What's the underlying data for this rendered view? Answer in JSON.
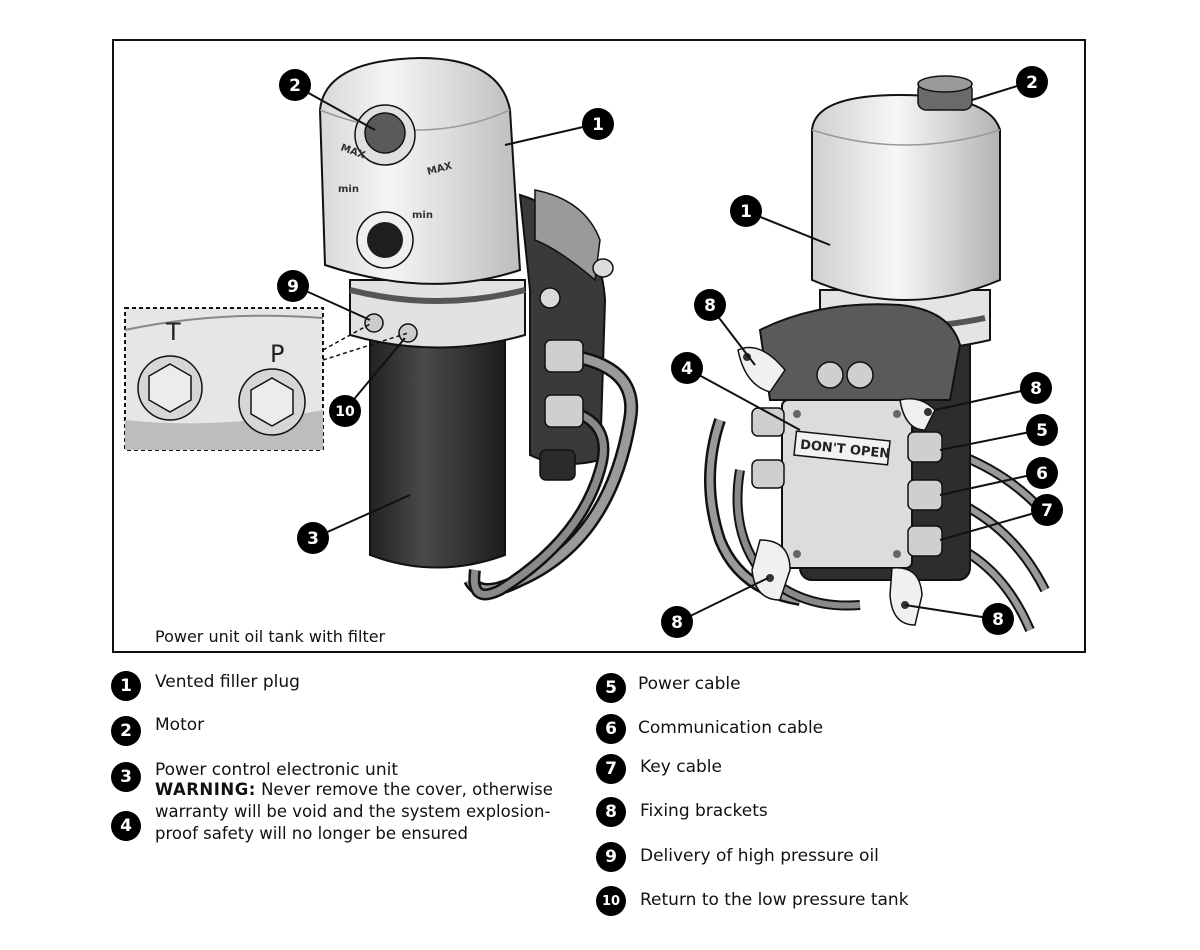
{
  "figure": {
    "caption": "Power unit oil tank with filter",
    "inset_labels": {
      "t": "T",
      "p": "P"
    },
    "housing_marks": {
      "max": "MAX",
      "min": "min"
    },
    "cover_label": "DON'T OPEN",
    "callout_numbers": {
      "n1": "1",
      "n2": "2",
      "n3": "3",
      "n4": "4",
      "n5": "5",
      "n6": "6",
      "n7": "7",
      "n8": "8",
      "n9": "9",
      "n10": "10"
    }
  },
  "legend": {
    "items": [
      {
        "number": "1",
        "label": "Vented filler plug"
      },
      {
        "number": "2",
        "label": "Motor"
      },
      {
        "number": "3",
        "label": "Power control electronic unit"
      },
      {
        "number": "4",
        "label": ""
      },
      {
        "number": "5",
        "label": "Power cable"
      },
      {
        "number": "6",
        "label": "Communication cable"
      },
      {
        "number": "7",
        "label": "Key cable"
      },
      {
        "number": "8",
        "label": "Fixing brackets"
      },
      {
        "number": "9",
        "label": "Delivery of high pressure oil"
      },
      {
        "number": "10",
        "label": "Return to the low pressure tank"
      }
    ],
    "warning_label": "WARNING:",
    "warning_text": "Never remove the cover, otherwise warranty will be void and the system explosion-proof safety will no longer be ensured"
  }
}
